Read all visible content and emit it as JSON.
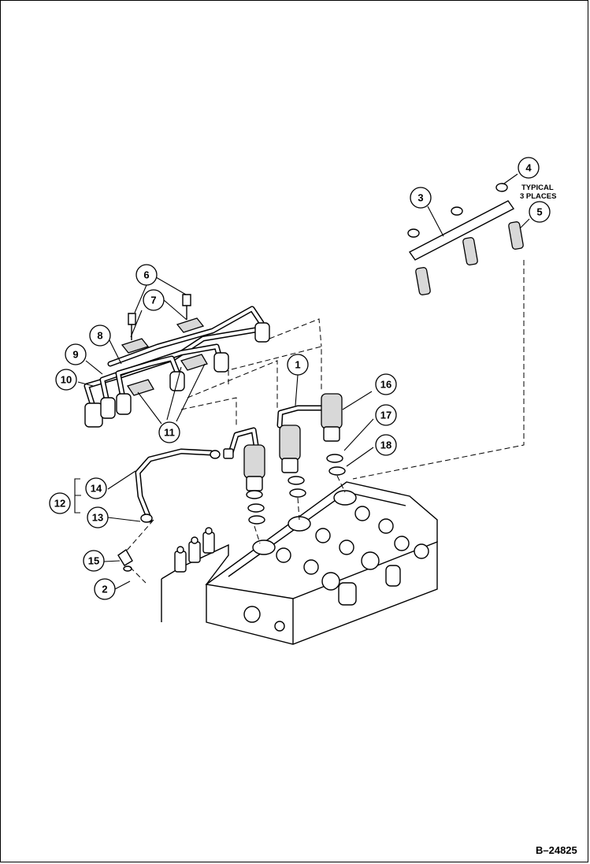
{
  "figure_id": "B–24825",
  "note": {
    "line1": "TYPICAL",
    "line2": "3 PLACES"
  },
  "callouts": [
    {
      "id": "callout-1",
      "label": "1"
    },
    {
      "id": "callout-2",
      "label": "2"
    },
    {
      "id": "callout-3",
      "label": "3"
    },
    {
      "id": "callout-4",
      "label": "4"
    },
    {
      "id": "callout-5",
      "label": "5"
    },
    {
      "id": "callout-6",
      "label": "6"
    },
    {
      "id": "callout-7",
      "label": "7"
    },
    {
      "id": "callout-8",
      "label": "8"
    },
    {
      "id": "callout-9",
      "label": "9"
    },
    {
      "id": "callout-10",
      "label": "10"
    },
    {
      "id": "callout-11",
      "label": "11"
    },
    {
      "id": "callout-12",
      "label": "12"
    },
    {
      "id": "callout-13",
      "label": "13"
    },
    {
      "id": "callout-14",
      "label": "14"
    },
    {
      "id": "callout-15",
      "label": "15"
    },
    {
      "id": "callout-16",
      "label": "16"
    },
    {
      "id": "callout-17",
      "label": "17"
    },
    {
      "id": "callout-18",
      "label": "18"
    }
  ]
}
